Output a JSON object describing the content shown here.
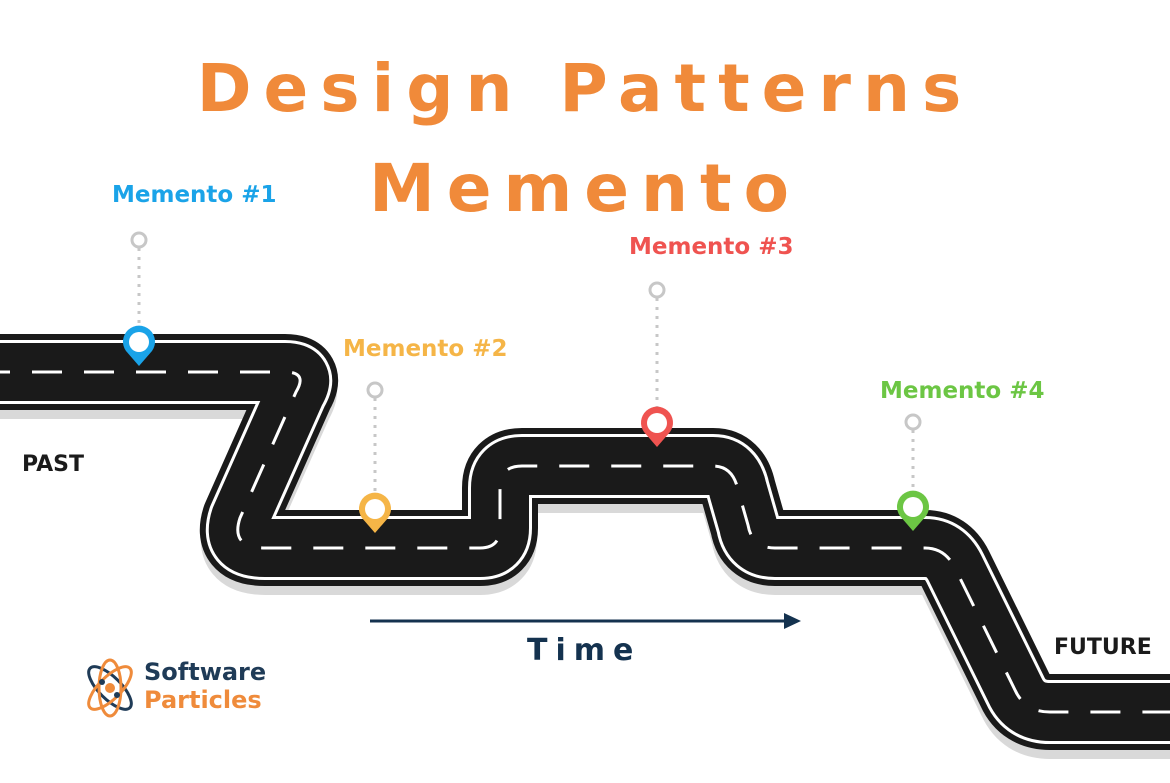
{
  "title": {
    "line1": "Design Patterns",
    "line2": "Memento"
  },
  "mementos": [
    {
      "label": "Memento #1",
      "color": "#1aa3e8"
    },
    {
      "label": "Memento #2",
      "color": "#f5b547"
    },
    {
      "label": "Memento #3",
      "color": "#ef5350"
    },
    {
      "label": "Memento #4",
      "color": "#6cc644"
    }
  ],
  "road": {
    "start_label": "PAST",
    "end_label": "FUTURE"
  },
  "time": {
    "label": "Time",
    "color": "#14324f"
  },
  "logo": {
    "line1": "Software",
    "line2": "Particles",
    "icon": "atom-icon"
  },
  "colors": {
    "title": "#f08a3a",
    "road": "#1a1a1a",
    "road_edge": "#ffffff",
    "shadow": "#d9d9d9",
    "pin_stem": "#c7c7c7"
  }
}
